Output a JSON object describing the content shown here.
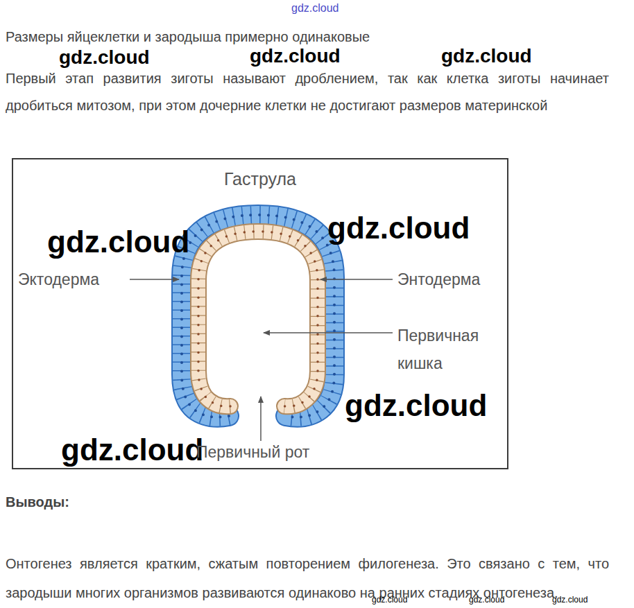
{
  "diagram": {
    "nodes": [
      {
        "text": [
          "Гаструла"
        ]
      }
    ],
    "labels": [
      "gdz.cloud",
      "Размеры яйцеклетки и зародыша примерно одинаковые",
      "gdz.cloud",
      "gdz.cloud",
      "gdz.cloud",
      "Первый этап развития зиготы называют дроблением, так как клетка зиготы начинает дробиться митозом, при этом дочерние клетки не достигают размеров материнской",
      "gdz.cloud",
      "gdz.cloud",
      "Эктодерма",
      "Энтодерма",
      "Первичная кишка",
      "gdz.cloud",
      "gdz.cloud",
      "Первичный рот",
      "Выводы:",
      "Онтогенез является кратким, сжатым повторением филогенеза. Это связано с тем, что зародыши многих организмов развиваются одинаково на ранних стадиях онтогенеза.",
      "gdz.cloud",
      "gdz.cloud",
      "gdz.cloud"
    ]
  }
}
